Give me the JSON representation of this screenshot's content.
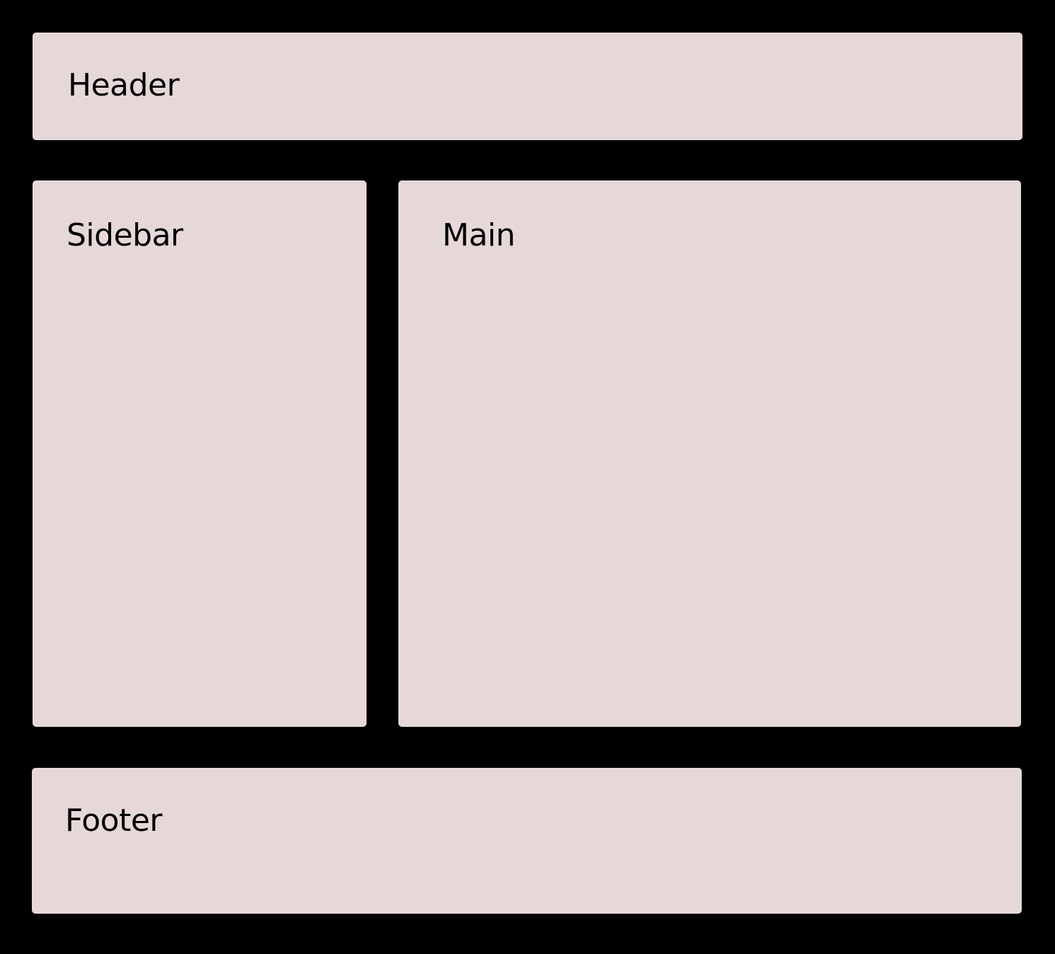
{
  "colors": {
    "background": "#000000",
    "panel": "#e6d8d9",
    "text": "#000000"
  },
  "panels": {
    "header": {
      "label": "Header"
    },
    "sidebar": {
      "label": "Sidebar"
    },
    "main": {
      "label": "Main"
    },
    "footer": {
      "label": "Footer"
    }
  }
}
